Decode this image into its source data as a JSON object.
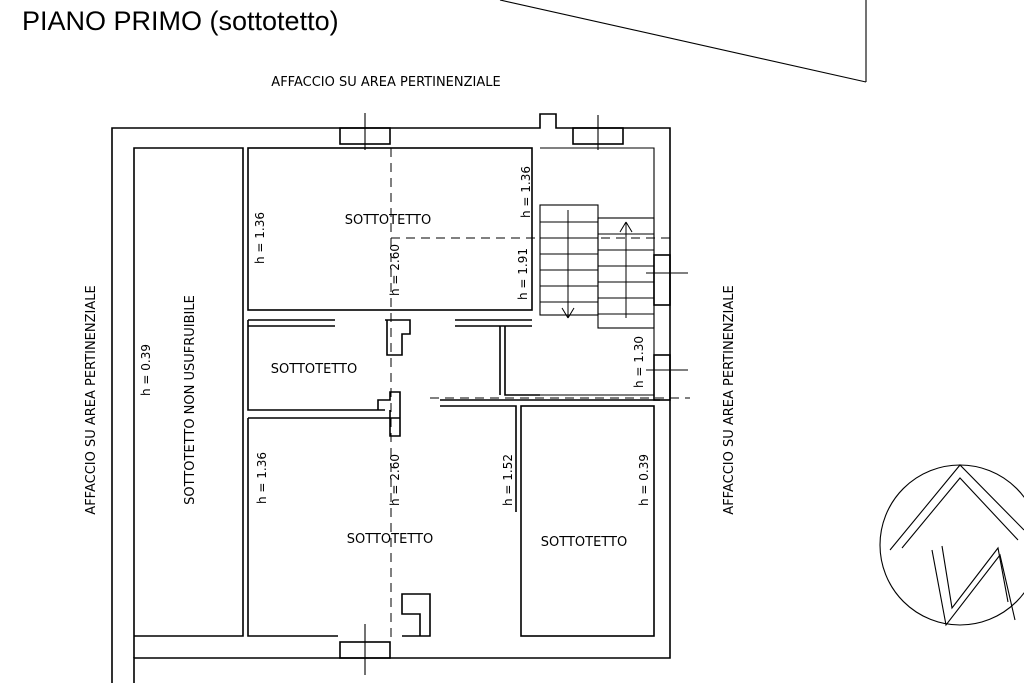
{
  "title": "PIANO  PRIMO (sottotetto)",
  "facing": {
    "top": "AFFACCIO SU AREA   PERTINENZIALE",
    "left": "AFFACCIO SU AREA   PERTINENZIALE",
    "right": "AFFACCIO SU AREA   PERTINENZIALE"
  },
  "rooms": {
    "non_usufruibile": "SOTTOTETTO NON USUFRUIBILE",
    "top_center": "SOTTOTETTO",
    "middle_left": "SOTTOTETTO",
    "bottom_center": "SOTTOTETTO",
    "bottom_right": "SOTTOTETTO"
  },
  "heights": {
    "left_strip": "h = 0.39",
    "top_left": "h = 1.36",
    "top_center": "h = 2.60",
    "stair_top": "h = 1.36",
    "stair_mid": "h = 1.91",
    "right_mid": "h = 1.30",
    "bottom_left": "h = 1.36",
    "bottom_center": "h = 2.60",
    "bottom_mid": "h = 1.52",
    "bottom_right": "h = 0.39"
  },
  "north_icon": "compass-north-icon"
}
